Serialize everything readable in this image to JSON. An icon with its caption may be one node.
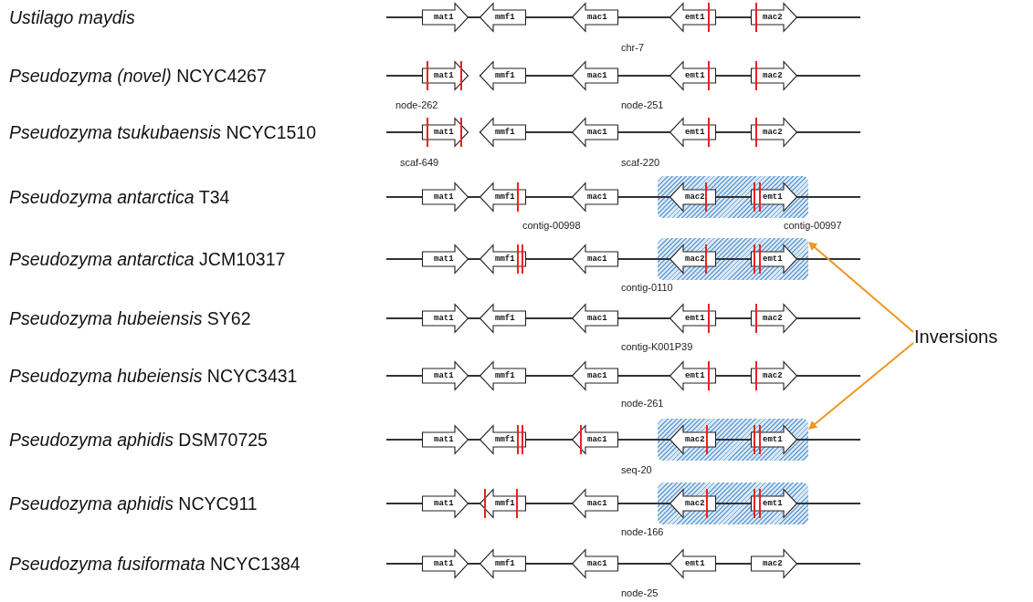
{
  "diagram": {
    "nodes": [
      {
        "text": [
          "mat1"
        ]
      },
      {
        "text": [
          "mmf1"
        ]
      },
      {
        "text": [
          "mac1"
        ]
      },
      {
        "text": [
          "emt1"
        ]
      },
      {
        "text": [
          "mac2"
        ]
      },
      {
        "text": [
          "mat1"
        ]
      },
      {
        "text": [
          "mmf1"
        ]
      },
      {
        "text": [
          "mac1"
        ]
      },
      {
        "text": [
          "emt1"
        ]
      },
      {
        "text": [
          "mac2"
        ]
      },
      {
        "text": [
          "mat1"
        ]
      },
      {
        "text": [
          "mmf1"
        ]
      },
      {
        "text": [
          "mac1"
        ]
      },
      {
        "text": [
          "emt1"
        ]
      },
      {
        "text": [
          "mac2"
        ]
      },
      {
        "text": [
          "mat1"
        ]
      },
      {
        "text": [
          "mmf1"
        ]
      },
      {
        "text": [
          "mac1"
        ]
      },
      {
        "text": [],
        "shape": "box"
      },
      {
        "text": [
          "mac2"
        ],
        "in": 18
      },
      {
        "text": [
          "emt1"
        ],
        "in": 18
      },
      {
        "text": [
          "mat1"
        ]
      },
      {
        "text": [
          "mmf1"
        ]
      },
      {
        "text": [
          "mac1"
        ]
      },
      {
        "text": [],
        "shape": "box"
      },
      {
        "text": [
          "mac2"
        ],
        "in": 24
      },
      {
        "text": [
          "emt1"
        ],
        "in": 24
      },
      {
        "text": [
          "mat1"
        ]
      },
      {
        "text": [
          "mmf1"
        ]
      },
      {
        "text": [
          "mac1"
        ]
      },
      {
        "text": [
          "emt1"
        ]
      },
      {
        "text": [
          "mac2"
        ]
      },
      {
        "text": [
          "mat1"
        ]
      },
      {
        "text": [
          "mmf1"
        ]
      },
      {
        "text": [
          "mac1"
        ]
      },
      {
        "text": [
          "emt1"
        ]
      },
      {
        "text": [
          "mac2"
        ]
      },
      {
        "text": [
          "mat1"
        ]
      },
      {
        "text": [
          "mmf1"
        ]
      },
      {
        "text": [
          "mac1"
        ]
      },
      {
        "text": [],
        "shape": "box"
      },
      {
        "text": [
          "mac2"
        ],
        "in": 40
      },
      {
        "text": [
          "emt1"
        ],
        "in": 40
      },
      {
        "text": [
          "mat1"
        ]
      },
      {
        "text": [
          "mmf1"
        ]
      },
      {
        "text": [
          "mac1"
        ]
      },
      {
        "text": [],
        "shape": "box"
      },
      {
        "text": [
          "mac2"
        ],
        "in": 46
      },
      {
        "text": [
          "emt1"
        ],
        "in": 46
      },
      {
        "text": [
          "mat1"
        ]
      },
      {
        "text": [
          "mmf1"
        ]
      },
      {
        "text": [
          "mac1"
        ]
      },
      {
        "text": [
          "emt1"
        ]
      },
      {
        "text": [
          "mac2"
        ]
      },
      {
        "text": [
          "Inversions"
        ]
      }
    ],
    "edges": [
      {
        "from": 54,
        "to": 24,
        "arrow": "to",
        "color": "#f0961e"
      },
      {
        "from": 54,
        "to": 40,
        "arrow": "to",
        "color": "#f0961e"
      }
    ],
    "labels": [
      "Ustilago maydis",
      "chr-7",
      "*Pseudozyma (novel)* NCYC4267",
      "node-262",
      "node-251",
      "*Pseudozyma tsukubaensis* NCYC1510",
      "scaf-649",
      "scaf-220",
      "*Pseudozyma antarctica* T34",
      "contig-00998",
      "contig-00997",
      "*Pseudozyma antarctica* JCM10317",
      "contig-0110",
      "*Pseudozyma hubeiensis* SY62",
      "contig-K001P39",
      "*Pseudozyma hubeiensis* NCYC3431",
      "node-261",
      "*Pseudozyma aphidis* DSM70725",
      "seq-20",
      "*Pseudozyma aphidis* NCYC911",
      "node-166",
      "*Pseudozyma fusiformata* NCYC1384",
      "node-25"
    ]
  }
}
